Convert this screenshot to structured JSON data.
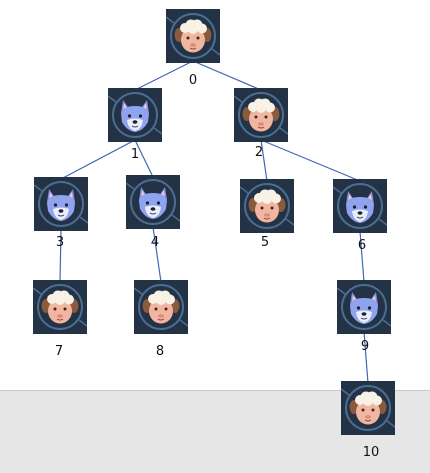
{
  "colors": {
    "tile_background": "#243246",
    "ring": "#4a6e92",
    "edge": "#3f68b5",
    "panel": "#e6e6e6"
  },
  "tree": {
    "nodes": [
      {
        "id": 0,
        "label": "0",
        "animal": "sheep-icon"
      },
      {
        "id": 1,
        "label": "1",
        "animal": "wolf-icon"
      },
      {
        "id": 2,
        "label": "2",
        "animal": "sheep-icon"
      },
      {
        "id": 3,
        "label": "3",
        "animal": "wolf-icon"
      },
      {
        "id": 4,
        "label": "4",
        "animal": "wolf-icon"
      },
      {
        "id": 5,
        "label": "5",
        "animal": "sheep-icon"
      },
      {
        "id": 6,
        "label": "6",
        "animal": "wolf-icon"
      },
      {
        "id": 7,
        "label": "7",
        "animal": "sheep-icon"
      },
      {
        "id": 8,
        "label": "8",
        "animal": "sheep-icon"
      },
      {
        "id": 9,
        "label": "9",
        "animal": "wolf-icon"
      },
      {
        "id": 10,
        "label": "10",
        "animal": "sheep-icon"
      }
    ],
    "edges": [
      [
        0,
        1
      ],
      [
        0,
        2
      ],
      [
        1,
        3
      ],
      [
        1,
        4
      ],
      [
        2,
        5
      ],
      [
        2,
        6
      ],
      [
        3,
        7
      ],
      [
        4,
        8
      ],
      [
        6,
        9
      ],
      [
        9,
        10
      ]
    ]
  }
}
